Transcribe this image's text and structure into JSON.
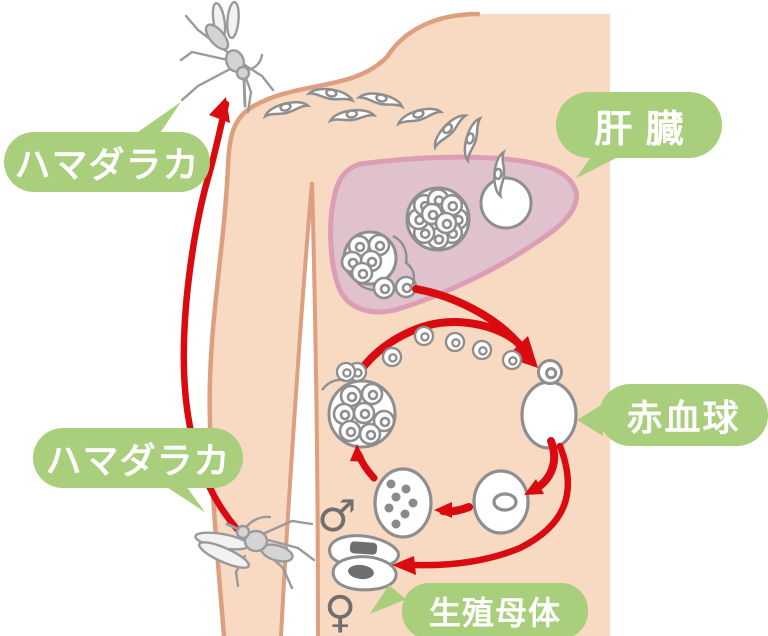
{
  "labels": {
    "anopheles_top": "ハマダラカ",
    "anopheles_bottom": "ハマダラカ",
    "liver": "肝 臓",
    "red_blood_cell": "赤血球",
    "gametocyte": "生殖母体",
    "male_symbol": "♂",
    "female_symbol": "♀"
  },
  "colors": {
    "green": "#a9ce7c",
    "red": "#d90a10",
    "skin": "#f8d9c2",
    "skin-outline": "#dca081",
    "liver-fill": "#dfc2ce",
    "liver-outline": "#db9eb5",
    "cell-gray": "#8e8e8e",
    "dark-gray": "#6f6f6f",
    "label-text": "#ffffff"
  },
  "icons": {
    "mosquito_top": "mosquito-icon",
    "mosquito_bottom": "mosquito-icon",
    "sporozoites": "crescent-parasite-icons",
    "liver_schizont": "cell-cluster-icon",
    "blood_cycle": "red-blood-cell-cycle-icons"
  }
}
